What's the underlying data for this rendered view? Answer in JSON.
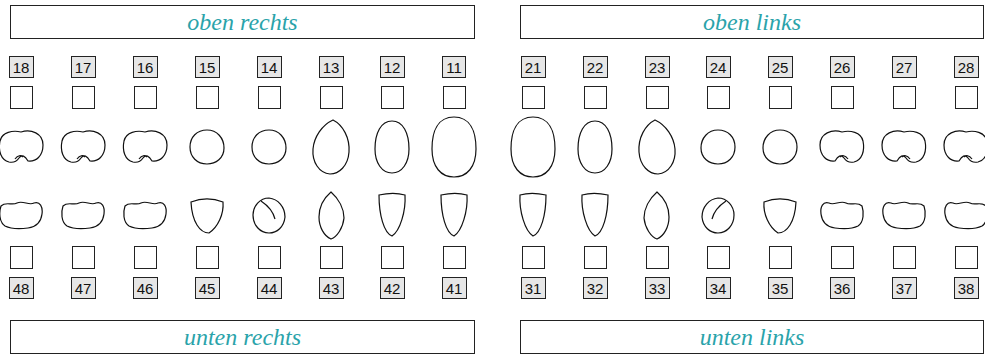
{
  "diagram": {
    "nodes": [
      {
        "text": [
          "oben rechts"
        ]
      },
      {
        "text": [
          "oben links"
        ]
      },
      {
        "text": [
          "18"
        ]
      },
      {
        "text": [
          "17"
        ]
      },
      {
        "text": [
          "16"
        ]
      },
      {
        "text": [
          "15"
        ]
      },
      {
        "text": [
          "14"
        ]
      },
      {
        "text": [
          "13"
        ]
      },
      {
        "text": [
          "12"
        ]
      },
      {
        "text": [
          "11"
        ]
      },
      {
        "text": [
          "21"
        ]
      },
      {
        "text": [
          "22"
        ]
      },
      {
        "text": [
          "23"
        ]
      },
      {
        "text": [
          "24"
        ]
      },
      {
        "text": [
          "25"
        ]
      },
      {
        "text": [
          "26"
        ]
      },
      {
        "text": [
          "27"
        ]
      },
      {
        "text": [
          "28"
        ]
      },
      {
        "text": [
          "48"
        ]
      },
      {
        "text": [
          "47"
        ]
      },
      {
        "text": [
          "46"
        ]
      },
      {
        "text": [
          "45"
        ]
      },
      {
        "text": [
          "44"
        ]
      },
      {
        "text": [
          "43"
        ]
      },
      {
        "text": [
          "42"
        ]
      },
      {
        "text": [
          "41"
        ]
      },
      {
        "text": [
          "31"
        ]
      },
      {
        "text": [
          "32"
        ]
      },
      {
        "text": [
          "33"
        ]
      },
      {
        "text": [
          "34"
        ]
      },
      {
        "text": [
          "35"
        ]
      },
      {
        "text": [
          "36"
        ]
      },
      {
        "text": [
          "37"
        ]
      },
      {
        "text": [
          "38"
        ]
      },
      {
        "text": [
          "unten rechts"
        ]
      },
      {
        "text": [
          "unten links"
        ]
      }
    ]
  }
}
